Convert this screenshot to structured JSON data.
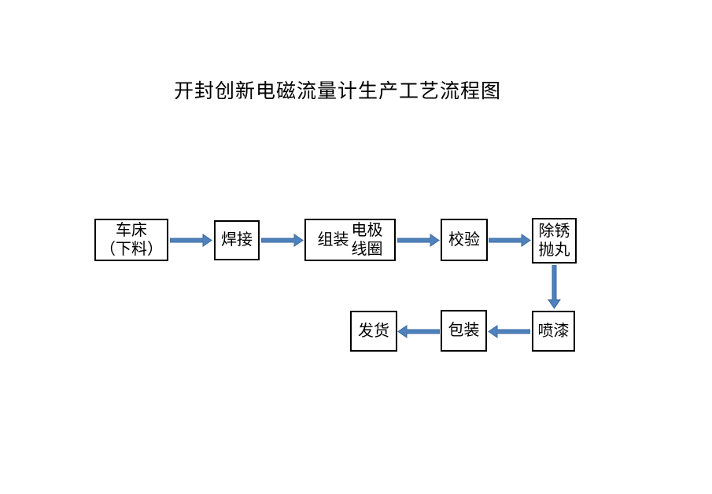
{
  "title": "开封创新电磁流量计生产工艺流程图",
  "flowchart": {
    "nodes": {
      "lathe": {
        "line1": "车床",
        "line2": "（下料）"
      },
      "welding": {
        "label": "焊接"
      },
      "assembly": {
        "prefix": "组装",
        "stacked_line1": "电极",
        "stacked_line2": "线圈"
      },
      "calibration": {
        "label": "校验"
      },
      "shot_blasting": {
        "line1": "除锈",
        "line2": "抛丸"
      },
      "painting": {
        "label": "喷漆"
      },
      "packaging": {
        "label": "包装"
      },
      "shipping": {
        "label": "发货"
      }
    },
    "connections": [
      {
        "from": "lathe",
        "to": "welding",
        "direction": "right"
      },
      {
        "from": "welding",
        "to": "assembly",
        "direction": "right"
      },
      {
        "from": "assembly",
        "to": "calibration",
        "direction": "right"
      },
      {
        "from": "calibration",
        "to": "shot_blasting",
        "direction": "right"
      },
      {
        "from": "shot_blasting",
        "to": "painting",
        "direction": "down"
      },
      {
        "from": "painting",
        "to": "packaging",
        "direction": "left"
      },
      {
        "from": "packaging",
        "to": "shipping",
        "direction": "left"
      }
    ]
  },
  "colors": {
    "arrow_fill": "#4F81BD",
    "arrow_border": "#3A6B9F",
    "box_border": "#000000",
    "text": "#000000",
    "background": "#FFFFFF"
  }
}
